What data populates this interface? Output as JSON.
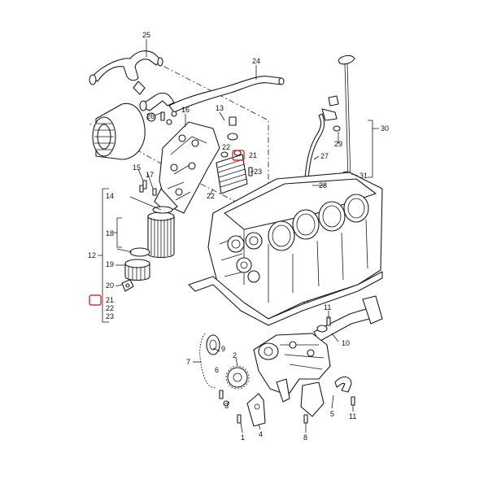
{
  "diagram": {
    "highlight_color": "#e0302a",
    "callouts": [
      {
        "id": "25",
        "label": "25"
      },
      {
        "id": "24",
        "label": "24"
      },
      {
        "id": "26",
        "label": "26"
      },
      {
        "id": "16",
        "label": "16"
      },
      {
        "id": "13",
        "label": "13"
      },
      {
        "id": "22a",
        "label": "22"
      },
      {
        "id": "21a",
        "label": "21"
      },
      {
        "id": "15",
        "label": "15"
      },
      {
        "id": "17",
        "label": "17"
      },
      {
        "id": "23a",
        "label": "23"
      },
      {
        "id": "22b",
        "label": "22"
      },
      {
        "id": "14",
        "label": "14"
      },
      {
        "id": "18",
        "label": "18"
      },
      {
        "id": "12",
        "label": "12"
      },
      {
        "id": "19",
        "label": "19"
      },
      {
        "id": "20",
        "label": "20"
      },
      {
        "id": "21b",
        "label": "21"
      },
      {
        "id": "22c",
        "label": "22"
      },
      {
        "id": "23b",
        "label": "23"
      },
      {
        "id": "30",
        "label": "30"
      },
      {
        "id": "29",
        "label": "29"
      },
      {
        "id": "27",
        "label": "27"
      },
      {
        "id": "28",
        "label": "28"
      },
      {
        "id": "31",
        "label": "31"
      },
      {
        "id": "11a",
        "label": "11"
      },
      {
        "id": "10",
        "label": "10"
      },
      {
        "id": "9",
        "label": "9"
      },
      {
        "id": "7",
        "label": "7"
      },
      {
        "id": "6",
        "label": "6"
      },
      {
        "id": "2",
        "label": "2"
      },
      {
        "id": "3",
        "label": "3"
      },
      {
        "id": "1",
        "label": "1"
      },
      {
        "id": "4",
        "label": "4"
      },
      {
        "id": "5",
        "label": "5"
      },
      {
        "id": "8",
        "label": "8"
      },
      {
        "id": "11b",
        "label": "11"
      }
    ]
  }
}
